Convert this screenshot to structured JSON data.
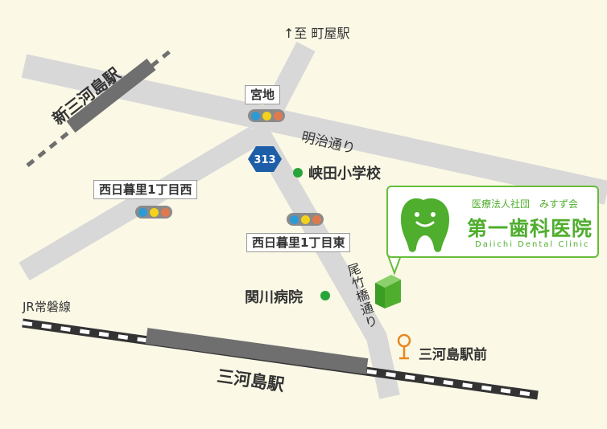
{
  "map": {
    "direction_label": "↑至 町屋駅",
    "stations": {
      "shin_mikawashima": "新三河島駅",
      "mikawashima": "三河島駅"
    },
    "railway": "JR常磐線",
    "route_number": "313",
    "streets": {
      "meiji": "明治通り",
      "oshitake": "尾竹橋通り"
    },
    "intersections": {
      "miyaji": "宮地",
      "nishinippori_west": "西日暮里1丁目西",
      "nishinippori_east": "西日暮里1丁目東"
    },
    "landmarks": {
      "school": "峡田小学校",
      "hospital": "関川病院",
      "bus_stop": "三河島駅前"
    },
    "clinic": {
      "org": "医療法人社団　みすず会",
      "name": "第一歯科医院",
      "name_en": "Daiichi Dental Clinic"
    },
    "colors": {
      "background": "#fbf8e6",
      "road": "#d8d8d8",
      "station": "#6f6f6f",
      "accent_green": "#4fae2d",
      "landmark_green": "#27a53a",
      "route_blue": "#1e5ea8",
      "bus_orange": "#e8871e",
      "signal_blue": "#2d9ad6",
      "signal_yellow": "#f2d21a",
      "signal_red": "#e07a4e"
    }
  }
}
